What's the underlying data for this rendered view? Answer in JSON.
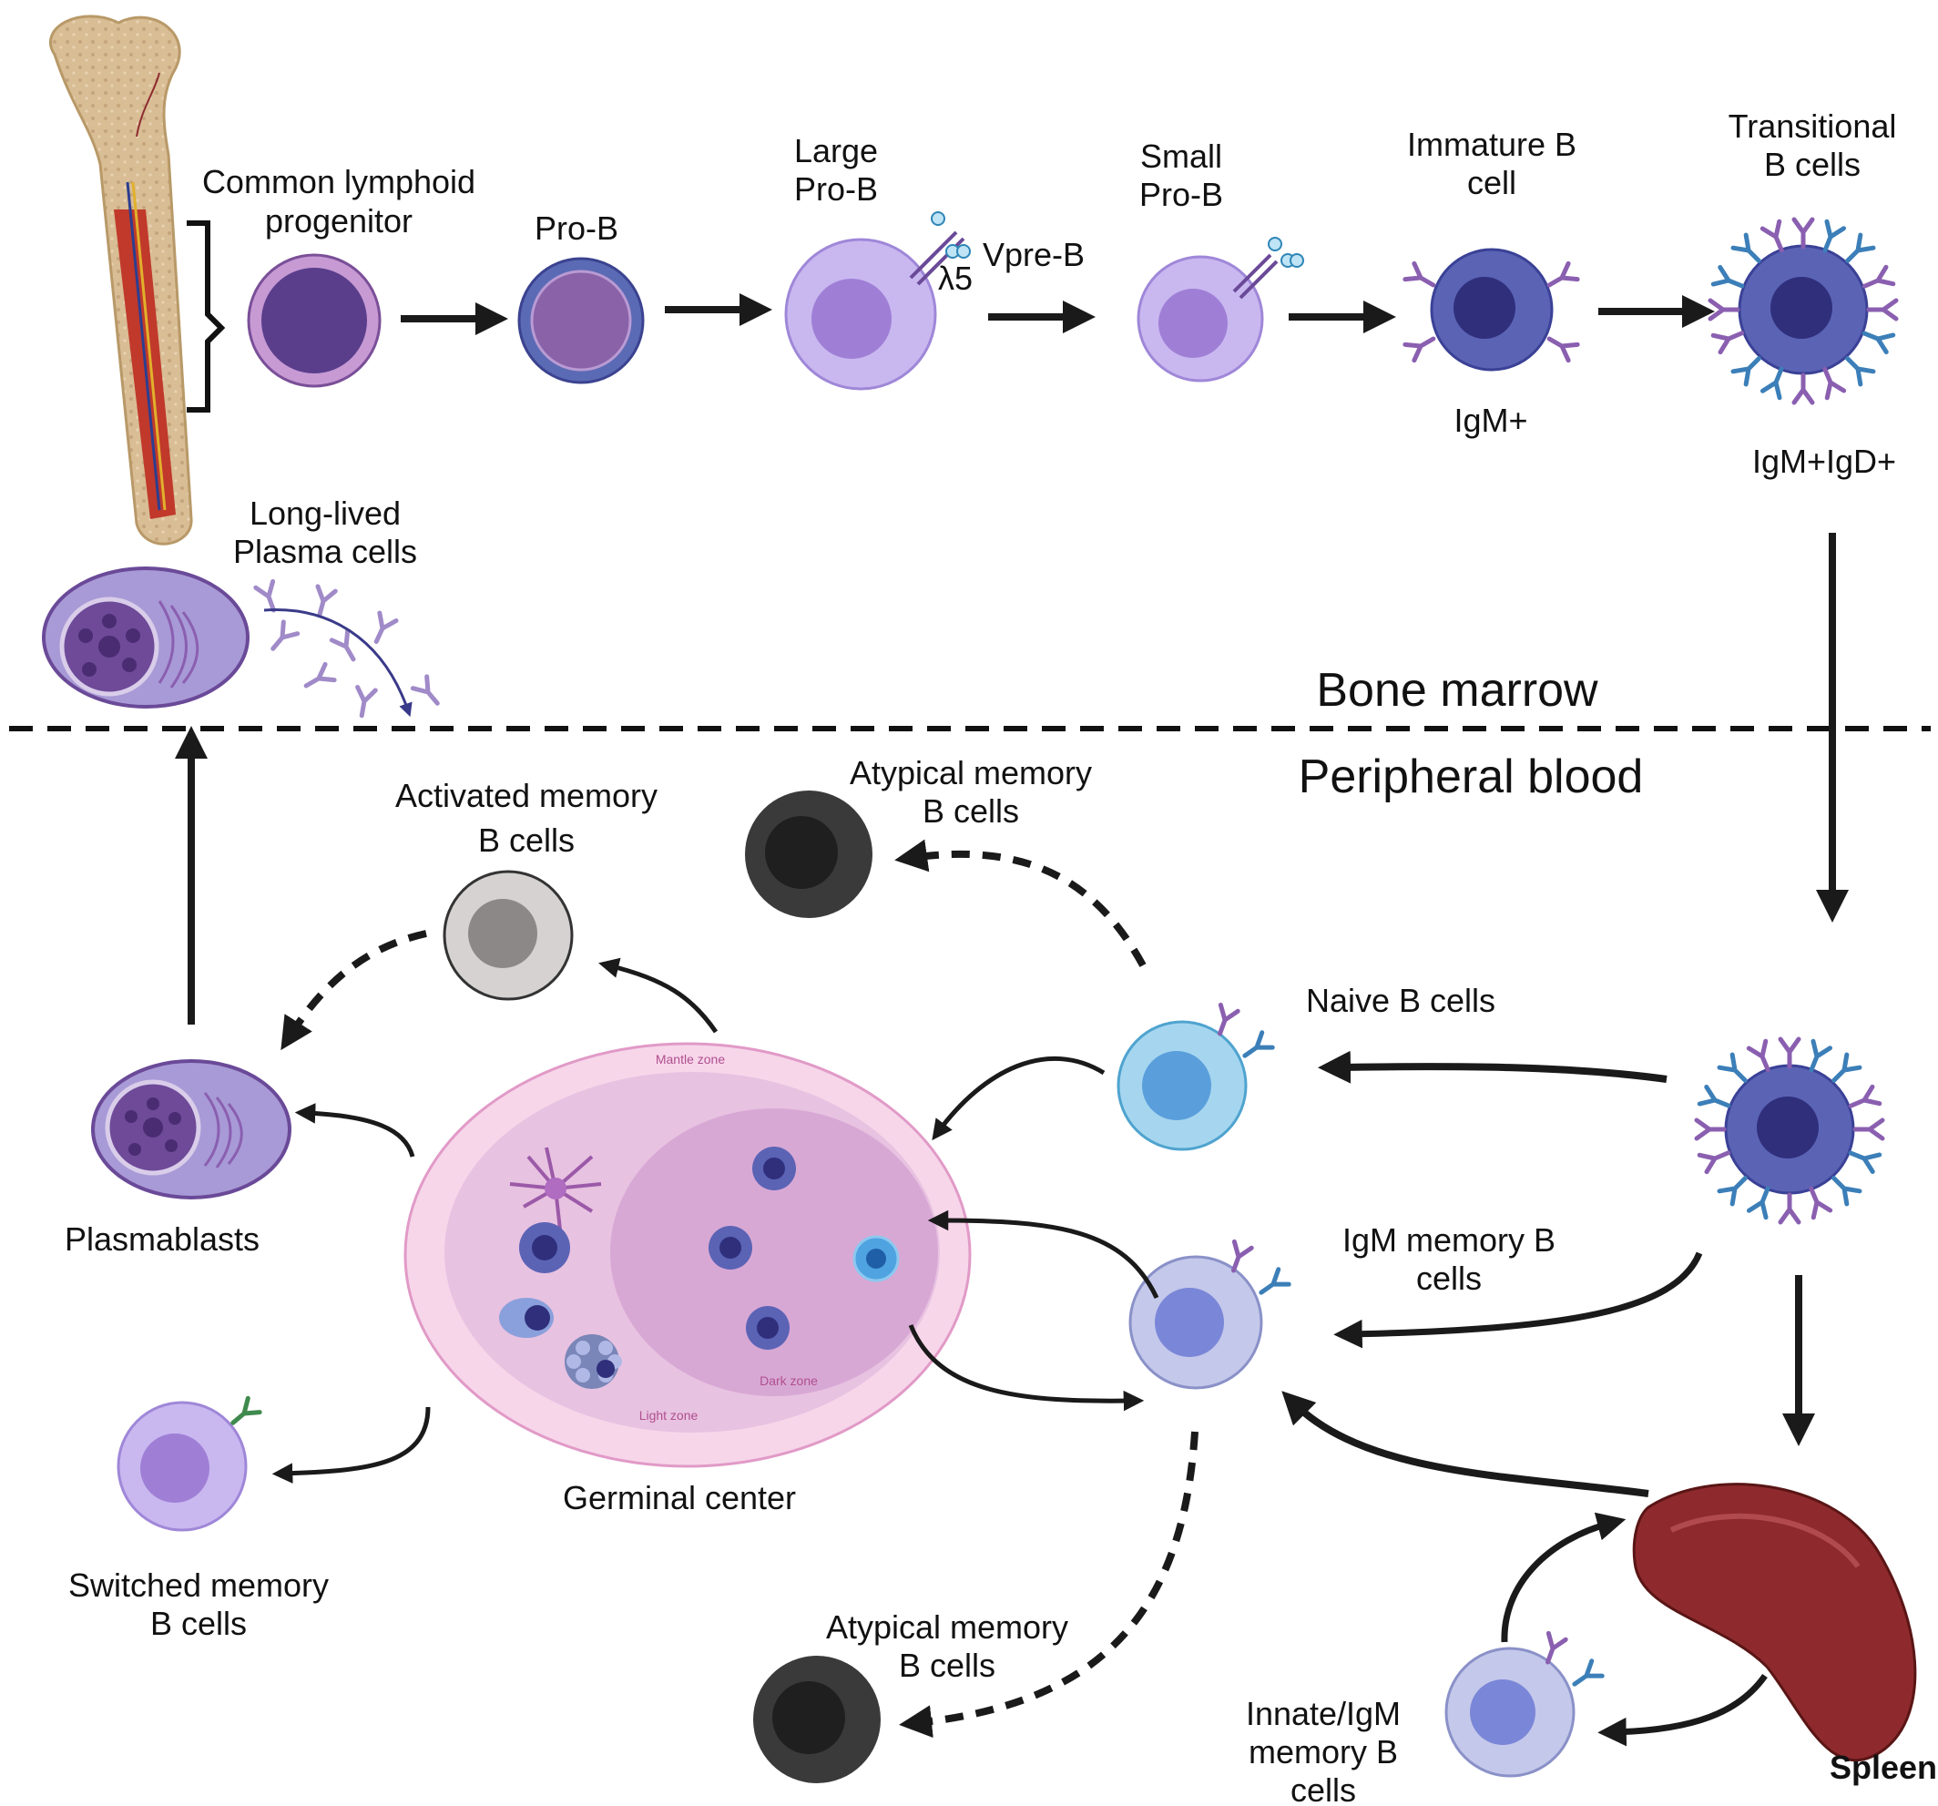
{
  "labels": {
    "clp_1": "Common lymphoid",
    "clp_2": "progenitor",
    "prob": "Pro-B",
    "large_1": "Large",
    "large_2": "Pro-B",
    "vpreb": "Vpre-B",
    "lambda5": "λ5",
    "small_1": "Small",
    "small_2": "Pro-B",
    "immature_1": "Immature B",
    "immature_2": "cell",
    "igm_plus": "IgM+",
    "transitional_1": "Transitional",
    "transitional_2": "B cells",
    "igm_igd": "IgM+IgD+",
    "longlived_1": "Long-lived",
    "longlived_2": "Plasma cells",
    "bone_marrow": "Bone marrow",
    "peripheral_blood": "Peripheral blood",
    "activated_1": "Activated memory",
    "activated_2": "B cells",
    "atypical_top_1": "Atypical memory",
    "atypical_top_2": "B cells",
    "naive": "Naive B cells",
    "plasmablasts": "Plasmablasts",
    "igm_memory_1": "IgM memory B",
    "igm_memory_2": "cells",
    "mantle_zone": "Mantle zone",
    "dark_zone": "Dark zone",
    "light_zone": "Light zone",
    "germinal_center": "Germinal center",
    "switched_1": "Switched memory",
    "switched_2": "B cells",
    "atypical_bottom_1": "Atypical memory",
    "atypical_bottom_2": "B cells",
    "innate_1": "Innate/IgM",
    "innate_2": "memory B",
    "innate_3": "cells",
    "spleen": "Spleen"
  },
  "colors": {
    "arrow": "#1a1a1a",
    "bone": "#d8b88e",
    "marrow": "#c0392b",
    "dark_cell": "#3a3a3a",
    "gray_cell": "#9a9696",
    "naive_cell": "#9fd0ec",
    "igm_cell": "#b9bfe6",
    "transitional_cell": "#5b63b5",
    "plasma": "#a89ad6",
    "germinal_outer": "#f6cfe6",
    "germinal_inner": "#e2b7da",
    "spleen": "#8e2a2e",
    "antibody_purple": "#8a5fb0",
    "antibody_blue": "#3c7fb8",
    "antibody_green": "#3f8a4e"
  }
}
